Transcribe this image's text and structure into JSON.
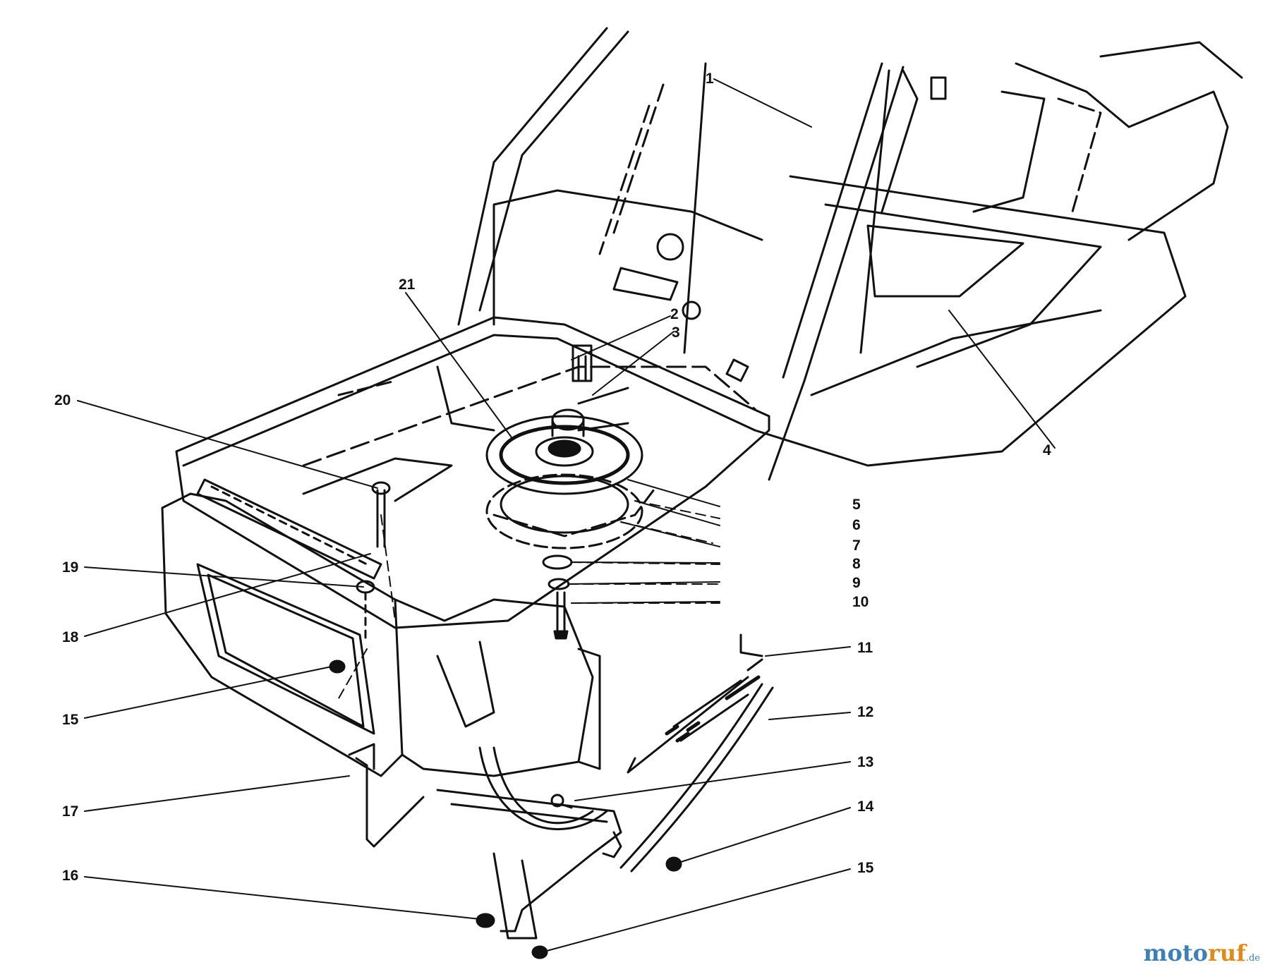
{
  "diagram": {
    "callouts": [
      "1",
      "2",
      "3",
      "4",
      "5",
      "6",
      "7",
      "8",
      "9",
      "10",
      "11",
      "12",
      "13",
      "14",
      "15",
      "16",
      "15",
      "17",
      "18",
      "19",
      "20",
      "21"
    ]
  },
  "watermark": {
    "part1": "moto",
    "part2": "ruf",
    "domain": ".de"
  },
  "colors": {
    "line": "#111111",
    "watermark_blue": "#3e7fb4",
    "watermark_orange": "#e08a1c"
  }
}
